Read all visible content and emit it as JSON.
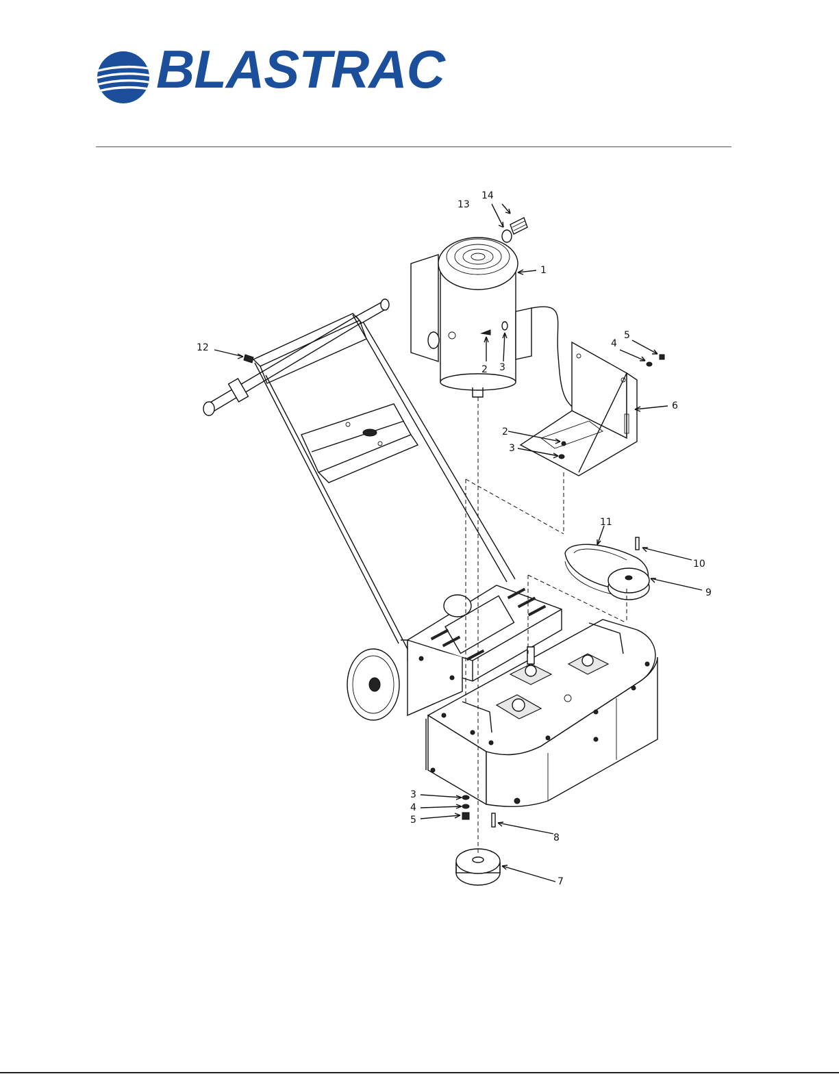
{
  "brand": {
    "name": "BLASTRAC",
    "color": "#1b4f9c",
    "icon": "blastrac-globe-logo"
  },
  "callouts": [
    "1",
    "2",
    "3",
    "4",
    "5",
    "6",
    "7",
    "8",
    "9",
    "10",
    "11",
    "12",
    "13",
    "14"
  ],
  "callouts_lower_left": [
    "3",
    "4",
    "5"
  ],
  "callouts_bracket": [
    "2",
    "3"
  ]
}
